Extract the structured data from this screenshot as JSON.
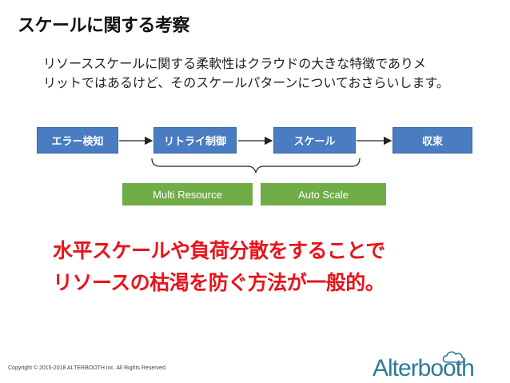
{
  "title": "スケールに関する考察",
  "intro": {
    "line1": "リソーススケールに関する柔軟性はクラウドの大きな特徴でありメ",
    "line2": "リットではあるけど、そのスケールパターンについておさらいします。"
  },
  "flow": {
    "steps": [
      "エラー検知",
      "リトライ制御",
      "スケール",
      "収束"
    ]
  },
  "tags": [
    "Multi Resource",
    "Auto Scale"
  ],
  "conclusion": {
    "line1": "水平スケールや負荷分散をすることで",
    "line2": "リソースの枯渇を防ぐ方法が一般的。"
  },
  "footer": {
    "copyright": "Copyright © 2015-2018 ALTERBOOTH inc. All Rights Reserved."
  },
  "logo": {
    "text": "Alterbooth",
    "color": "#2d7a9a",
    "accent": "#70ad47"
  },
  "colors": {
    "flow_box": "#4a7cc2",
    "tag_box": "#70ad47",
    "conclusion": "#e8141b"
  }
}
